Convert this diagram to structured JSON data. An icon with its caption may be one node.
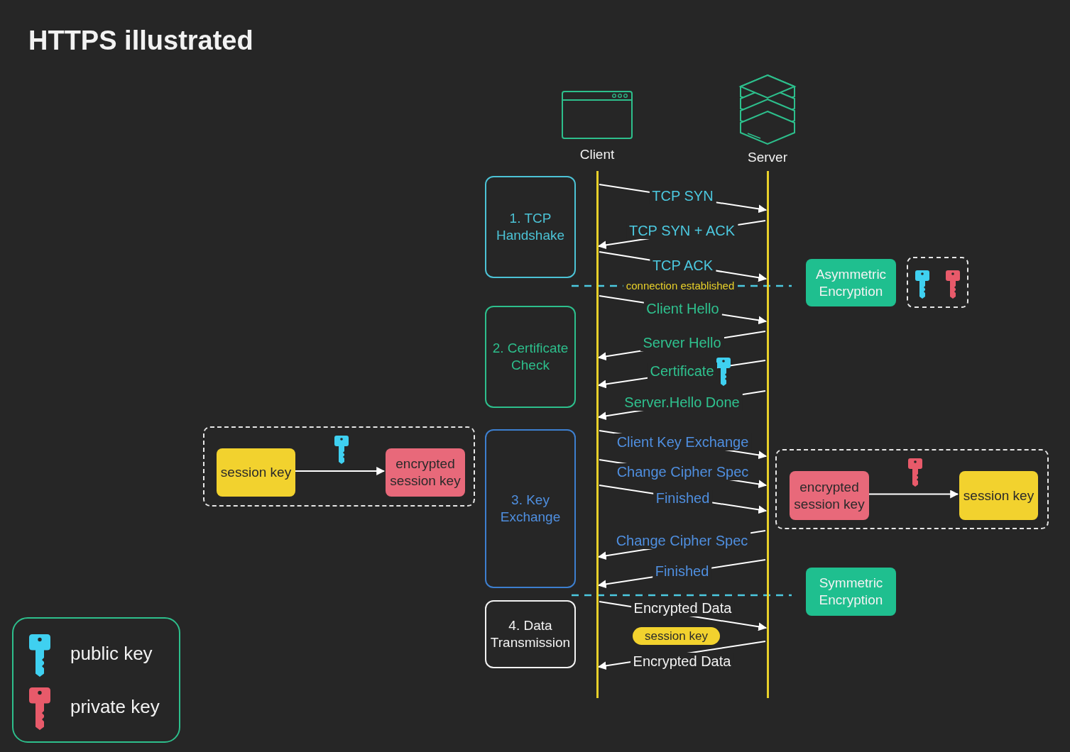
{
  "diagram": {
    "title": "HTTPS illustrated",
    "nodes": [
      {
        "text": [
          "Client"
        ]
      },
      {
        "text": [
          "Server"
        ]
      },
      {
        "text": [
          "1. TCP Handshake"
        ]
      },
      {
        "text": [
          "2. Certificate Check"
        ]
      },
      {
        "text": [
          "3. Key Exchange"
        ]
      },
      {
        "text": [
          "4. Data Transmission"
        ]
      },
      {
        "text": [
          "Asymmetric Encryption"
        ]
      },
      {
        "text": [
          "Symmetric Encryption"
        ]
      },
      {
        "text": [],
        "shape": "box"
      },
      {
        "text": [
          "session key"
        ],
        "in": 8
      },
      {
        "text": [
          "encrypted session key"
        ],
        "in": 8
      },
      {
        "text": [],
        "shape": "box"
      },
      {
        "text": [
          "encrypted session key"
        ],
        "in": 11
      },
      {
        "text": [
          "session key"
        ],
        "in": 11
      },
      {
        "text": [
          "session key"
        ]
      }
    ],
    "edges": [
      {
        "from": 0,
        "to": 1,
        "arrow": "to",
        "label": "TCP SYN"
      },
      {
        "from": 1,
        "to": 0,
        "arrow": "to",
        "label": "TCP SYN + ACK"
      },
      {
        "from": 0,
        "to": 1,
        "arrow": "to",
        "label": "TCP ACK"
      },
      {
        "from": 0,
        "to": 1,
        "arrow": "to",
        "label": "Client Hello"
      },
      {
        "from": 1,
        "to": 0,
        "arrow": "to",
        "label": "Server Hello"
      },
      {
        "from": 1,
        "to": 0,
        "arrow": "to",
        "label": "Certificate"
      },
      {
        "from": 1,
        "to": 0,
        "arrow": "to",
        "label": "Server.Hello Done"
      },
      {
        "from": 0,
        "to": 1,
        "arrow": "to",
        "label": "Client Key Exchange"
      },
      {
        "from": 0,
        "to": 1,
        "arrow": "to",
        "label": "Change Cipher Spec"
      },
      {
        "from": 0,
        "to": 1,
        "arrow": "to",
        "label": "Finished"
      },
      {
        "from": 1,
        "to": 0,
        "arrow": "to",
        "label": "Change Cipher Spec"
      },
      {
        "from": 1,
        "to": 0,
        "arrow": "to",
        "label": "Finished"
      },
      {
        "from": 0,
        "to": 1,
        "arrow": "to",
        "label": "Encrypted Data"
      },
      {
        "from": 1,
        "to": 0,
        "arrow": "to",
        "label": "Encrypted Data"
      },
      {
        "from": 9,
        "to": 10,
        "arrow": "to"
      },
      {
        "from": 12,
        "to": 13,
        "arrow": "to"
      }
    ],
    "labels": [
      "connection established"
    ],
    "legend": [
      {
        "text": "public key"
      },
      {
        "text": "private key"
      }
    ]
  }
}
